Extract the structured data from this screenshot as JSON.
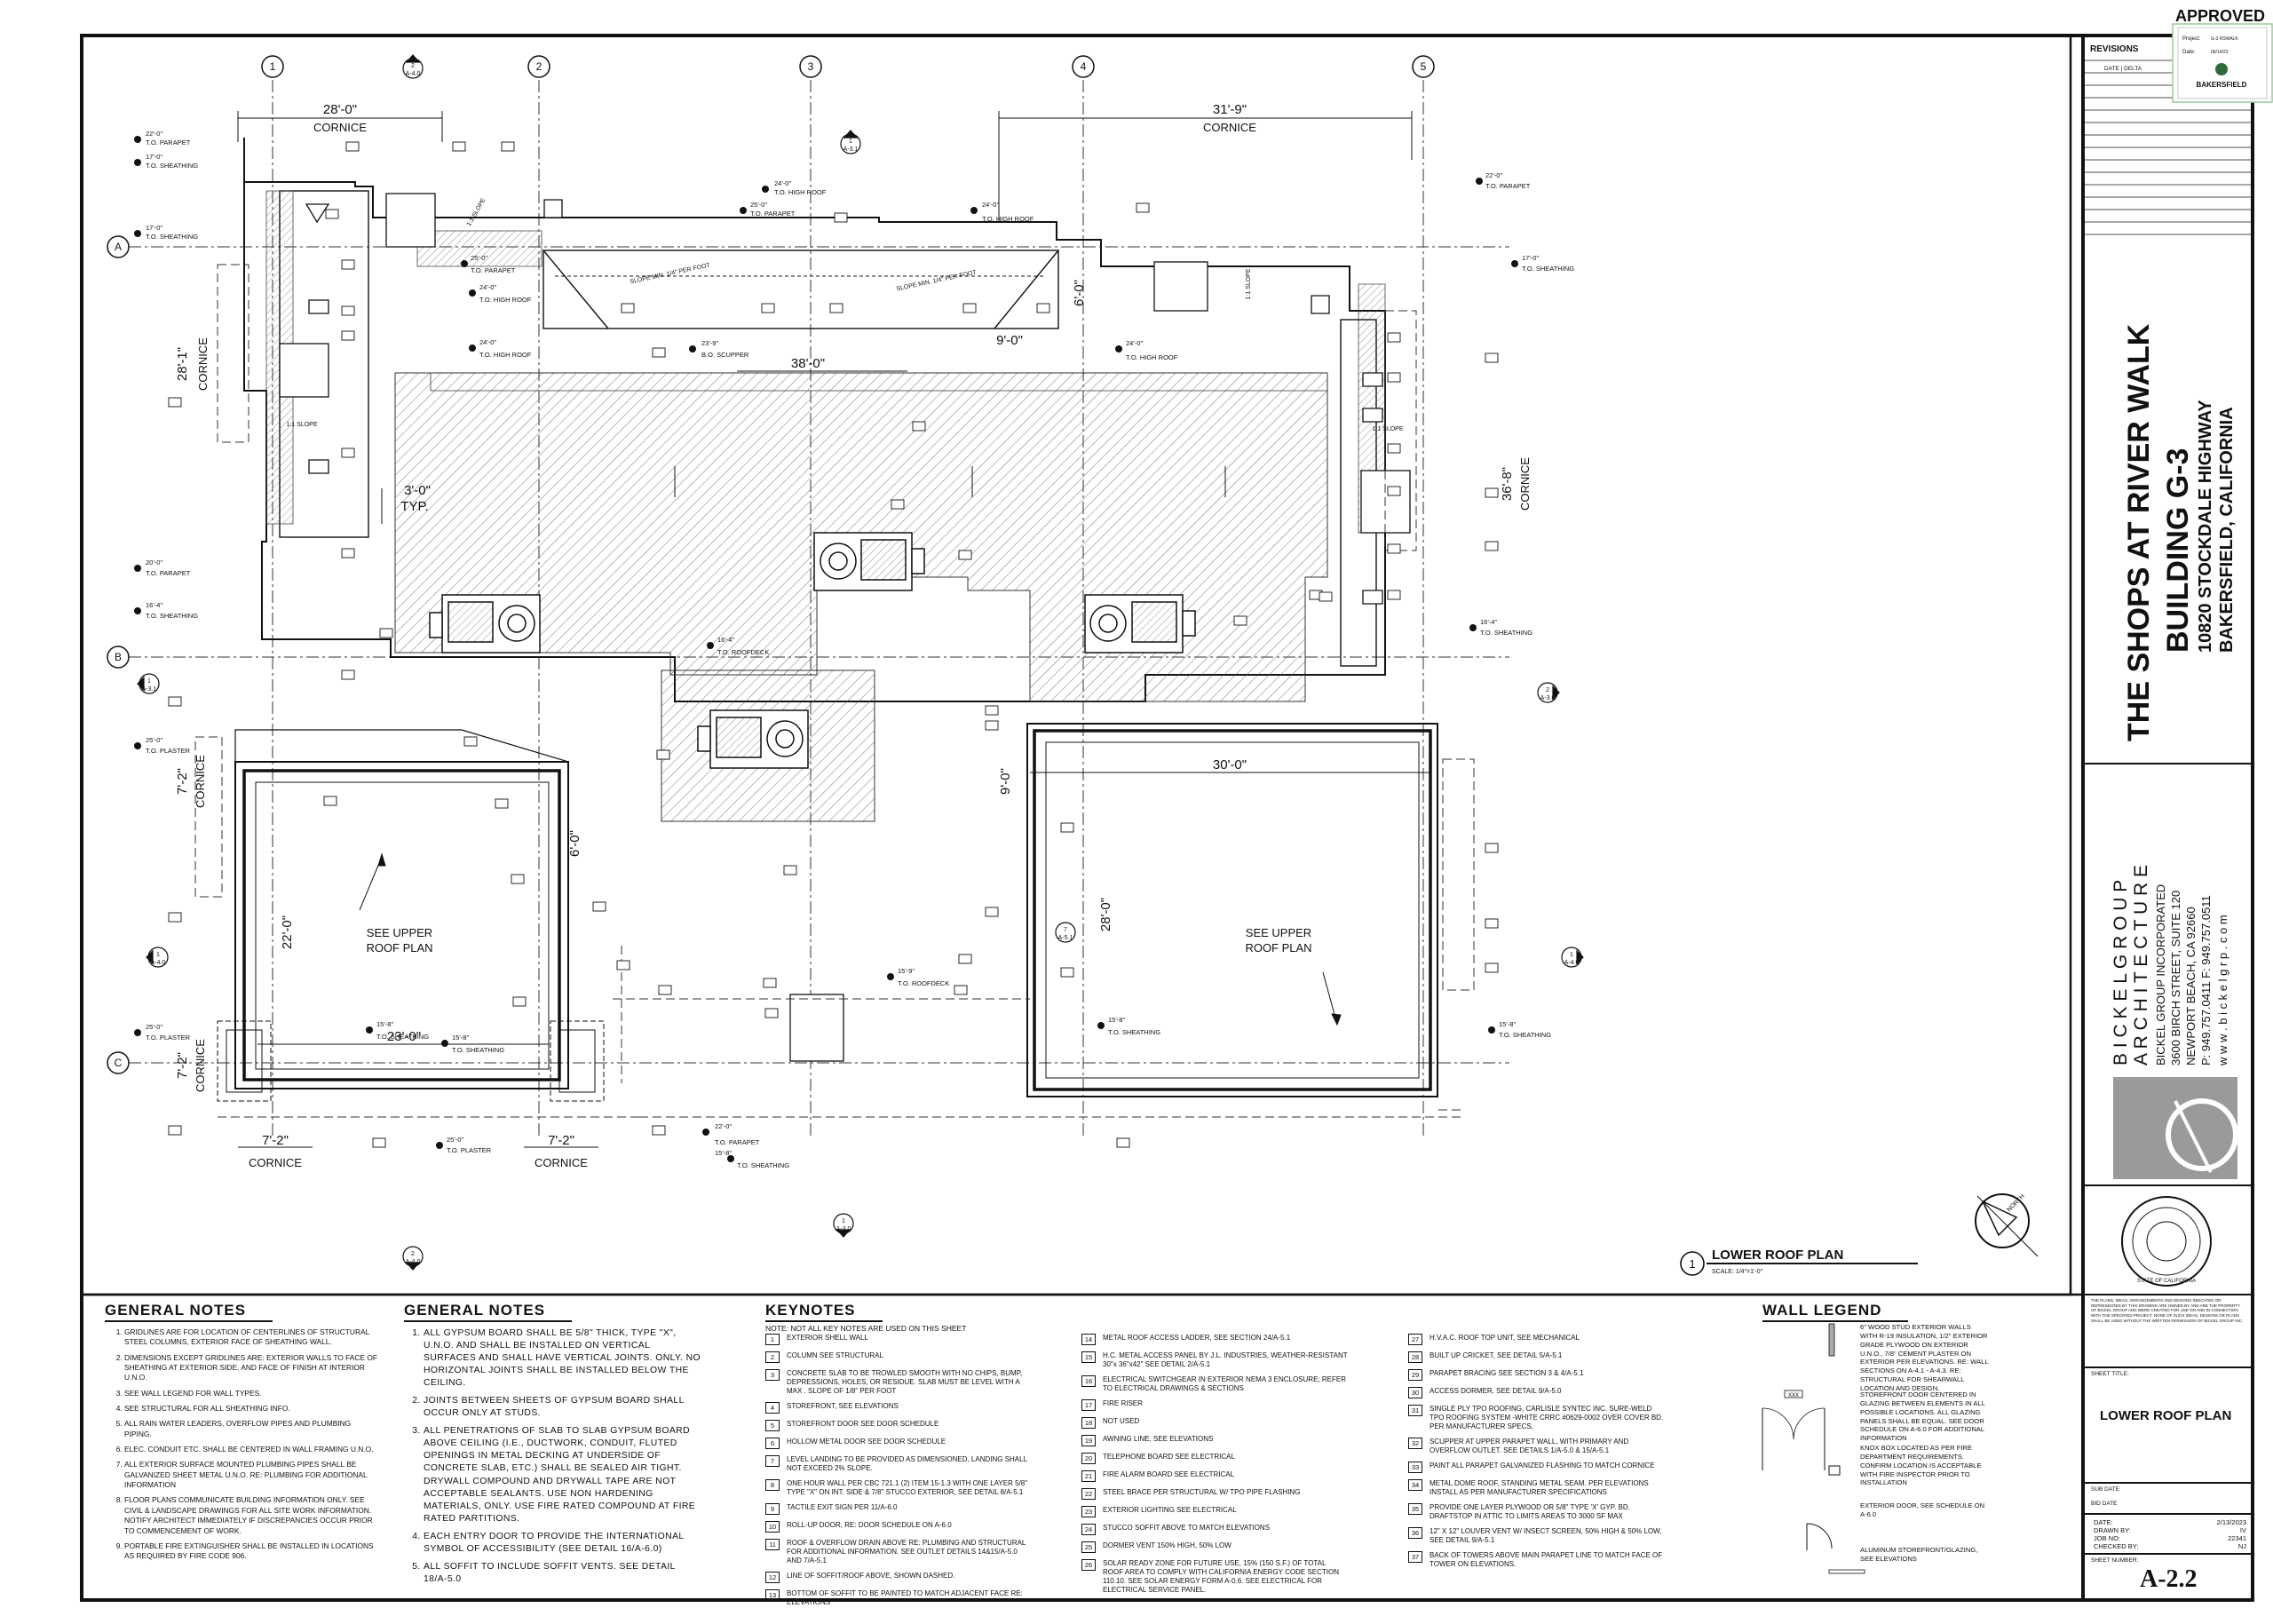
{
  "stamp": {
    "approved": "APPROVED",
    "project_label": "Project:",
    "date_label": "Date:",
    "brand": "BAKERSFIELD"
  },
  "revisions": {
    "title": "REVISIONS",
    "date_delta": "DATE | DELTA"
  },
  "project": {
    "name_line1": "THE SHOPS AT RIVER WALK",
    "name_line2": "BUILDING G-3",
    "address_line1": "10820 STOCKDALE HIGHWAY",
    "address_line2": "BAKERSFIELD, CALIFORNIA"
  },
  "firm": {
    "line1": "B I C K E L   G R O U P",
    "line2": "A R C H I T E C T U R E",
    "line3": "BICKEL GROUP INCORPORATED",
    "line4": "3600 BIRCH STREET, SUITE 120",
    "line5": "NEWPORT BEACH, CA 92660",
    "line6": "P: 949.757.0411  F: 949.757.0511",
    "line7": "w w w . b i c k e l g r p . c o m"
  },
  "seal": {
    "text": "STATE OF CALIFORNIA"
  },
  "sheet": {
    "title_label": "SHEET TITLE:",
    "title": "LOWER ROOF PLAN",
    "sub_date": "SUB DATE",
    "bid_date": "BID DATE",
    "date_label": "DATE:",
    "date": "2/13/2023",
    "drawn_label": "DRAWN BY:",
    "drawn": "IV",
    "job_label": "JOB NO:",
    "job": "22341",
    "checked_label": "CHECKED BY:",
    "checked": "NJ",
    "number_label": "SHEET NUMBER:",
    "number": "A-2.2"
  },
  "plan": {
    "caption_num": "1",
    "caption": "LOWER ROOF PLAN",
    "scale": "SCALE: 1/4\"=1'-0\"",
    "grid_cols": [
      "1",
      "2",
      "3",
      "4",
      "5"
    ],
    "grid_rows": [
      "A",
      "B",
      "C"
    ],
    "dims": {
      "cornice_left": "28'-0\"",
      "cornice_right": "31'-9\"",
      "cornice_word": "CORNICE",
      "d38": "38'-0\"",
      "d9a": "9'-0\"",
      "d6a": "6'-0\"",
      "d28_1": "28'-1\"",
      "d36_8": "36'-8\"",
      "d3_0": "3'-0\"",
      "typ": "TYP.",
      "d30": "30'-0\"",
      "d9b": "9'-0\"",
      "d6b": "6'-0\"",
      "d28b": "28'-0\"",
      "d22": "22'-0\"",
      "d23": "23'-0\"",
      "d7_2a": "7'-2\"",
      "d7_2b": "7'-2\"",
      "d7_2c": "7'-2\"",
      "d7_2d": "7'-2\""
    },
    "see_upper_left": [
      "SEE UPPER",
      "ROOF PLAN"
    ],
    "see_upper_right": [
      "SEE UPPER",
      "ROOF PLAN"
    ],
    "slope": "1:1 SLOPE",
    "slope_min": "SLOPE MIN. 1/4\" PER FOOT",
    "elev_labels": {
      "e1": "22'-0\"",
      "e1b": "T.O. PARAPET",
      "e2": "17'-0\"",
      "e2b": "T.O. SHEATHING",
      "e3": "17'-0\"",
      "e3b": "T.O. SHEATHING",
      "e4": "24'-0\"",
      "e4b": "T.O. HIGH ROOF",
      "e5": "25'-0\"",
      "e5b": "T.O. PARAPET",
      "e6": "24'-0\"",
      "e6b": "T.O. HIGH ROOF",
      "e7": "25'-0\"",
      "e7b": "T.O. PARAPET",
      "e8": "24'-0\"",
      "e8b": "T.O. HIGH ROOF",
      "e9": "24'-0\"",
      "e9b": "T.O. HIGH ROOF",
      "e10": "23'-9\"",
      "e10b": "B.O. SCUPPER",
      "e11": "24'-0\"",
      "e11b": "T.O. HIGH ROOF",
      "e12": "22'-0\"",
      "e12b": "T.O. PARAPET",
      "e13": "17'-0\"",
      "e13b": "T.O. SHEATHING",
      "e14": "20'-0\"",
      "e14b": "T.O. PARAPET",
      "e15": "16'-4\"",
      "e15b": "T.O. SHEATHING",
      "e16": "16'-4\"",
      "e16b": "T.O. SHEATHING",
      "e17": "16'-4\"",
      "e17b": "T.O. ROOFDECK",
      "e18": "25'-0\"",
      "e18b": "T.O. PLASTER",
      "e19": "25'-0\"",
      "e19b": "T.O. PLASTER",
      "e20": "15'-8\"",
      "e20b": "T.O. SHEATHING",
      "e21": "15'-8\"",
      "e21b": "T.O. SHEATHING",
      "e22": "15'-9\"",
      "e22b": "T.O. ROOFDECK",
      "e23": "15'-8\"",
      "e23b": "T.O. SHEATHING",
      "e24": "15'-8\"",
      "e24b": "T.O. SHEATHING",
      "e25": "25'-0\"",
      "e25b": "T.O. PLASTER",
      "e26": "22'-0\"",
      "e26b": "T.O. PARAPET",
      "e27": "15'-8\"",
      "e27b": "T.O. SHEATHING"
    },
    "section_marks": [
      {
        "num": "2",
        "sheet": "A-4.0"
      },
      {
        "num": "1",
        "sheet": "A-3.1"
      },
      {
        "num": "1",
        "sheet": "A-3.1"
      },
      {
        "num": "2",
        "sheet": "A-3.0"
      },
      {
        "num": "1",
        "sheet": "A-4.0"
      },
      {
        "num": "1",
        "sheet": "A-4.0"
      },
      {
        "num": "1",
        "sheet": "A-3.0"
      },
      {
        "num": "2",
        "sheet": "A-4.0"
      },
      {
        "num": "7",
        "sheet": "A-5.1"
      }
    ],
    "north": "NORTH"
  },
  "general_notes_1": {
    "title": "GENERAL NOTES",
    "items": [
      "GRIDLINES ARE FOR LOCATION OF CENTERLINES OF STRUCTURAL STEEL COLUMNS, EXTERIOR FACE OF SHEATHING WALL.",
      "DIMENSIONS EXCEPT GRIDLINES ARE: EXTERIOR WALLS TO FACE OF SHEATHING AT EXTERIOR SIDE, AND FACE OF FINISH AT INTERIOR U.N.O.",
      "SEE WALL LEGEND FOR WALL TYPES.",
      "SEE STRUCTURAL FOR ALL SHEATHING INFO.",
      "ALL RAIN WATER LEADERS, OVERFLOW PIPES AND PLUMBING PIPING.",
      "ELEC. CONDUIT ETC. SHALL BE CENTERED IN WALL FRAMING U.N.O.",
      "ALL EXTERIOR SURFACE MOUNTED PLUMBING PIPES SHALL BE GALVANIZED SHEET METAL U.N.O. RE: PLUMBING FOR ADDITIONAL INFORMATION",
      "FLOOR PLANS COMMUNICATE BUILDING INFORMATION ONLY. SEE CIVIL & LANDSCAPE DRAWINGS FOR ALL SITE WORK INFORMATION. NOTIFY ARCHITECT IMMEDIATELY IF DISCREPANCIES OCCUR PRIOR TO COMMENCEMENT OF WORK.",
      "PORTABLE FIRE EXTINGUISHER SHALL BE INSTALLED IN LOCATIONS AS REQUIRED BY FIRE CODE 906."
    ]
  },
  "general_notes_2": {
    "title": "GENERAL NOTES",
    "items": [
      "ALL GYPSUM BOARD SHALL BE 5/8\" THICK, TYPE \"X\", U.N.O. AND SHALL BE INSTALLED ON VERTICAL SURFACES AND SHALL HAVE VERTICAL JOINTS. ONLY. NO HORIZONTAL JOINTS SHALL BE INSTALLED BELOW THE CEILING.",
      "JOINTS BETWEEN SHEETS OF GYPSUM BOARD SHALL OCCUR ONLY AT STUDS.",
      "ALL PENETRATIONS OF SLAB TO SLAB GYPSUM BOARD ABOVE CEILING (I.E., DUCTWORK, CONDUIT, FLUTED OPENINGS IN METAL DECKING AT UNDERSIDE OF CONCRETE SLAB, ETC.) SHALL BE SEALED AIR TIGHT. DRYWALL COMPOUND AND DRYWALL TAPE ARE NOT ACCEPTABLE SEALANTS. USE NON HARDENING MATERIALS, ONLY. USE FIRE RATED COMPOUND AT FIRE RATED PARTITIONS.",
      "EACH ENTRY DOOR TO PROVIDE THE INTERNATIONAL SYMBOL OF ACCESSIBILITY (SEE DETAIL 16/A-6.0)",
      "ALL SOFFIT TO INCLUDE SOFFIT VENTS. SEE DETAIL 18/A-5.0"
    ]
  },
  "keynotes": {
    "title": "KEYNOTES",
    "subtitle": "NOTE: NOT ALL KEY NOTES ARE USED ON THIS SHEET",
    "col1": [
      {
        "n": "1",
        "t": "EXTERIOR SHELL WALL"
      },
      {
        "n": "2",
        "t": "COLUMN SEE STRUCTURAL"
      },
      {
        "n": "3",
        "t": "CONCRETE SLAB TO BE TROWLED SMOOTH WITH NO CHIPS, BUMP, DEPRESSIONS, HOLES, OR RESIDUE. SLAB MUST BE LEVEL WITH A MAX . SLOPE OF 1/8\" PER FOOT"
      },
      {
        "n": "4",
        "t": "STOREFRONT, SEE ELEVATIONS"
      },
      {
        "n": "5",
        "t": "STOREFRONT DOOR SEE DOOR SCHEDULE"
      },
      {
        "n": "6",
        "t": "HOLLOW METAL DOOR SEE DOOR SCHEDULE"
      },
      {
        "n": "7",
        "t": "LEVEL LANDING TO BE PROVIDED AS DIMENSIONED, LANDING SHALL NOT EXCEED 2% SLOPE."
      },
      {
        "n": "8",
        "t": "ONE HOUR WALL PER CBC 721.1 (2) ITEM 15-1.3 WITH ONE LAYER 5/8\" TYPE \"X\" ON INT. SIDE & 7/8\" STUCCO EXTERIOR, SEE DETAIL 8/A-5.1"
      },
      {
        "n": "9",
        "t": "TACTILE EXIT SIGN PER 11/A-6.0"
      },
      {
        "n": "10",
        "t": "ROLL-UP DOOR, RE: DOOR SCHEDULE ON A-6.0"
      },
      {
        "n": "11",
        "t": "ROOF & OVERFLOW DRAIN ABOVE RE: PLUMBING AND STRUCTURAL FOR ADDITIONAL INFORMATION. SEE OUTLET DETAILS 14&15/A-5.0 AND 7/A-5.1"
      },
      {
        "n": "12",
        "t": "LINE OF SOFFIT/ROOF ABOVE, SHOWN DASHED."
      },
      {
        "n": "13",
        "t": "BOTTOM OF SOFFIT TO BE PAINTED TO MATCH ADJACENT FACE RE: ELEVATIONS"
      }
    ],
    "col2": [
      {
        "n": "14",
        "t": "METAL ROOF ACCESS LADDER, SEE SECTION 24/A-5.1"
      },
      {
        "n": "15",
        "t": "H.C. METAL ACCESS PANEL BY J.L. INDUSTRIES, WEATHER-RESISTANT 30\"x 36\"x42\" SEE DETAIL 2/A-5.1"
      },
      {
        "n": "16",
        "t": "ELECTRICAL SWITCHGEAR IN EXTERIOR NEMA 3 ENCLOSURE; REFER TO ELECTRICAL DRAWINGS & SECTIONS"
      },
      {
        "n": "17",
        "t": "FIRE RISER"
      },
      {
        "n": "18",
        "t": "NOT USED"
      },
      {
        "n": "19",
        "t": "AWNING LINE, SEE ELEVATIONS"
      },
      {
        "n": "20",
        "t": "TELEPHONE BOARD SEE ELECTRICAL"
      },
      {
        "n": "21",
        "t": "FIRE ALARM BOARD SEE ELECTRICAL"
      },
      {
        "n": "22",
        "t": "STEEL BRACE PER STRUCTURAL W/ TPO PIPE FLASHING"
      },
      {
        "n": "23",
        "t": "EXTERIOR LIGHTING SEE ELECTRICAL"
      },
      {
        "n": "24",
        "t": "STUCCO SOFFIT ABOVE TO MATCH ELEVATIONS"
      },
      {
        "n": "25",
        "t": "DORMER VENT 150% HIGH, 50% LOW"
      },
      {
        "n": "26",
        "t": "SOLAR READY ZONE FOR FUTURE USE, 15% (150 S.F.) OF TOTAL ROOF AREA TO COMPLY WITH CALIFORNIA ENERGY CODE SECTION 110.10. SEE SOLAR ENERGY FORM A-0.6. SEE ELECTRICAL FOR ELECTRICAL SERVICE PANEL."
      }
    ],
    "col3": [
      {
        "n": "27",
        "t": "H.V.A.C. ROOF TOP UNIT, SEE MECHANICAL"
      },
      {
        "n": "28",
        "t": "BUILT UP CRICKET, SEE DETAIL 5/A-5.1"
      },
      {
        "n": "29",
        "t": "PARAPET BRACING SEE SECTION 3 & 4/A-5.1"
      },
      {
        "n": "30",
        "t": "ACCESS DORMER, SEE DETAIL 9/A-5.0"
      },
      {
        "n": "31",
        "t": "SINGLE PLY TPO ROOFING, CARLISLE SYNTEC INC. SURE-WELD TPO ROOFING SYSTEM -WHITE CRRC #0629-0002 OVER COVER BD. PER MANUFACTURER SPECS."
      },
      {
        "n": "32",
        "t": "SCUPPER AT UPPER PARAPET WALL, WITH PRIMARY AND OVERFLOW OUTLET. SEE DETAILS 1/A-5.0 & 15/A-5.1"
      },
      {
        "n": "33",
        "t": "PAINT ALL PARAPET GALVANIZED FLASHING TO MATCH CORNICE"
      },
      {
        "n": "34",
        "t": "METAL DOME ROOF, STANDING METAL SEAM. PER ELEVATIONS INSTALL AS PER MANUFACTURER SPECIFICATIONS"
      },
      {
        "n": "35",
        "t": "PROVIDE ONE LAYER PLYWOOD OR 5/8\" TYPE 'X' GYP. BD. DRAFTSTOP IN ATTIC TO LIMITS AREAS TO 3000 SF MAX"
      },
      {
        "n": "36",
        "t": "12\" X 12\" LOUVER VENT W/ INSECT SCREEN, 50% HIGH & 50% LOW, SEE DETAIL 9/A-5.1"
      },
      {
        "n": "37",
        "t": "BACK OF TOWERS ABOVE MAIN PARAPET LINE TO MATCH FACE OF TOWER ON ELEVATIONS."
      }
    ]
  },
  "wall_legend": {
    "title": "WALL LEGEND",
    "w1": "6\" WOOD STUD EXTERIOR WALLS WITH R-19 INSULATION, 1/2\" EXTERIOR GRADE PLYWOOD ON EXTERIOR U.N.O., 7/8\" CEMENT PLASTER ON EXTERIOR PER ELEVATIONS. RE: WALL SECTIONS ON A-4.1 - A-4.3. RE: STRUCTURAL FOR SHEARWALL LOCATION AND DESIGN.",
    "w2": "STOREFRONT DOOR CENTERED IN GLAZING BETWEEN ELEMENTS IN ALL POSSIBLE LOCATIONS. ALL GLAZING PANELS SHALL BE EQUAL. SEE DOOR SCHEDULE ON A-6.0 FOR ADDITIONAL INFORMATION",
    "w3": "KNOX BOX LOCATED AS PER FIRE DEPARTMENT REQUIREMENTS. CONFIRM LOCATION IS ACCEPTABLE WITH FIRE INSPECTOR PRIOR TO INSTALLATION",
    "w4": "EXTERIOR DOOR, SEE SCHEDULE ON A-6.0",
    "w5": "ALUMINUM STOREFRONT/GLAZING, SEE ELEVATIONS",
    "door_tag": "XXX"
  },
  "copyright": "THE PLANS, IDEAS, ARRANGEMENTS AND DESIGNS INDICATED OR REPRESENTED BY THIS DRAWING ARE OWNED BY AND ARE THE PROPERTY OF BICKEL GROUP AND WERE CREATED FOR USE ON AND IN CONNECTION WITH THE SPECIFIED PROJECT. NONE OF SUCH IDEAS, DESIGNS OR PLANS SHALL BE USED WITHOUT THE WRITTEN PERMISSION OF BICKEL GROUP INC."
}
